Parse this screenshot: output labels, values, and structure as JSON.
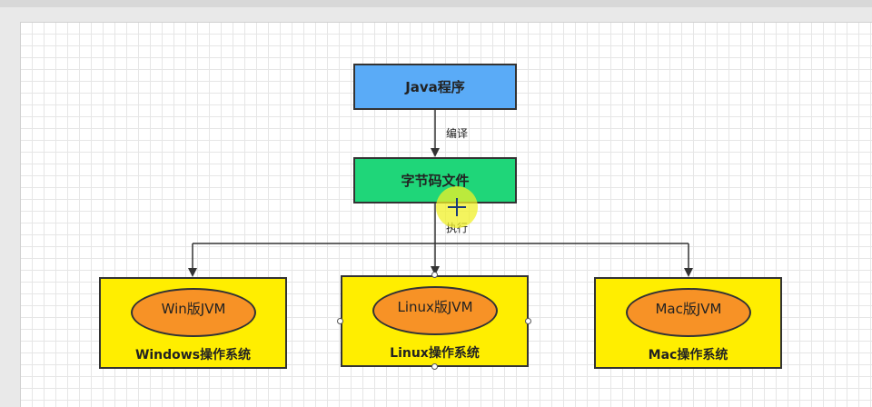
{
  "diagram": {
    "java_program": "Java程序",
    "compile_label": "编译",
    "bytecode_file": "字节码文件",
    "execute_label": "执行",
    "platforms": [
      {
        "jvm": "Win版JVM",
        "os": "Windows操作系统"
      },
      {
        "jvm": "Linux版JVM",
        "os": "Linux操作系统"
      },
      {
        "jvm": "Mac版JVM",
        "os": "Mac操作系统"
      }
    ]
  },
  "colors": {
    "java_box": "#5aabf7",
    "bytecode_box": "#1fd679",
    "os_box": "#ffee00",
    "jvm_ellipse": "#f79226",
    "connector": "#333333"
  }
}
